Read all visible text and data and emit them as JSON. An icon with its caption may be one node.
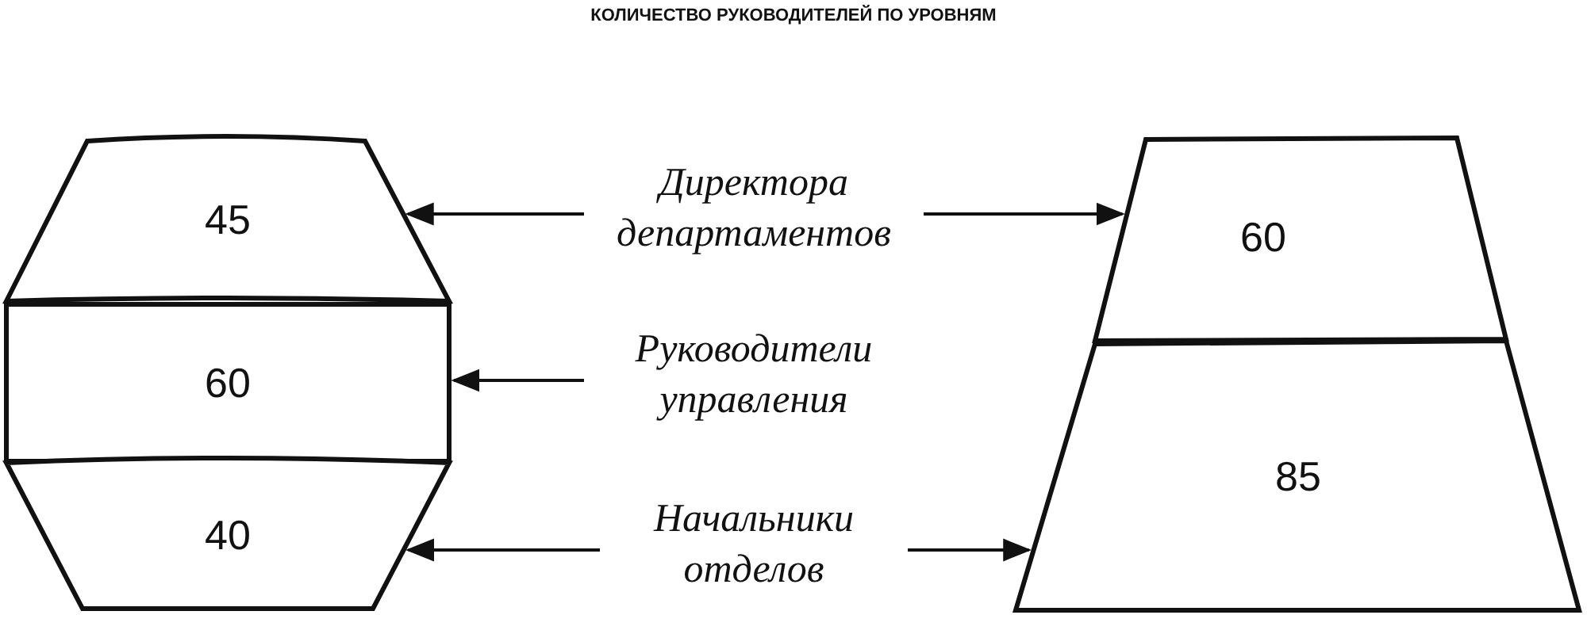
{
  "diagram": {
    "title": "КОЛИЧЕСТВО РУКОВОДИТЕЛЕЙ ПО УРОВНЯМ",
    "nodes": [
      {
        "text": [
          "45"
        ]
      },
      {
        "text": [
          "60"
        ]
      },
      {
        "text": [
          "40"
        ]
      },
      {
        "text": [
          "Директора департаментов"
        ]
      },
      {
        "text": [
          "Руководители управления"
        ]
      },
      {
        "text": [
          "Начальники отделов"
        ]
      },
      {
        "text": [
          "60"
        ]
      },
      {
        "text": [
          "85"
        ]
      }
    ],
    "edges": [
      {
        "from": 3,
        "to": 0,
        "arrow": "to"
      },
      {
        "from": 3,
        "to": 6,
        "arrow": "to"
      },
      {
        "from": 4,
        "to": 1,
        "arrow": "to"
      },
      {
        "from": 5,
        "to": 2,
        "arrow": "to"
      },
      {
        "from": 5,
        "to": 7,
        "arrow": "to"
      }
    ]
  }
}
